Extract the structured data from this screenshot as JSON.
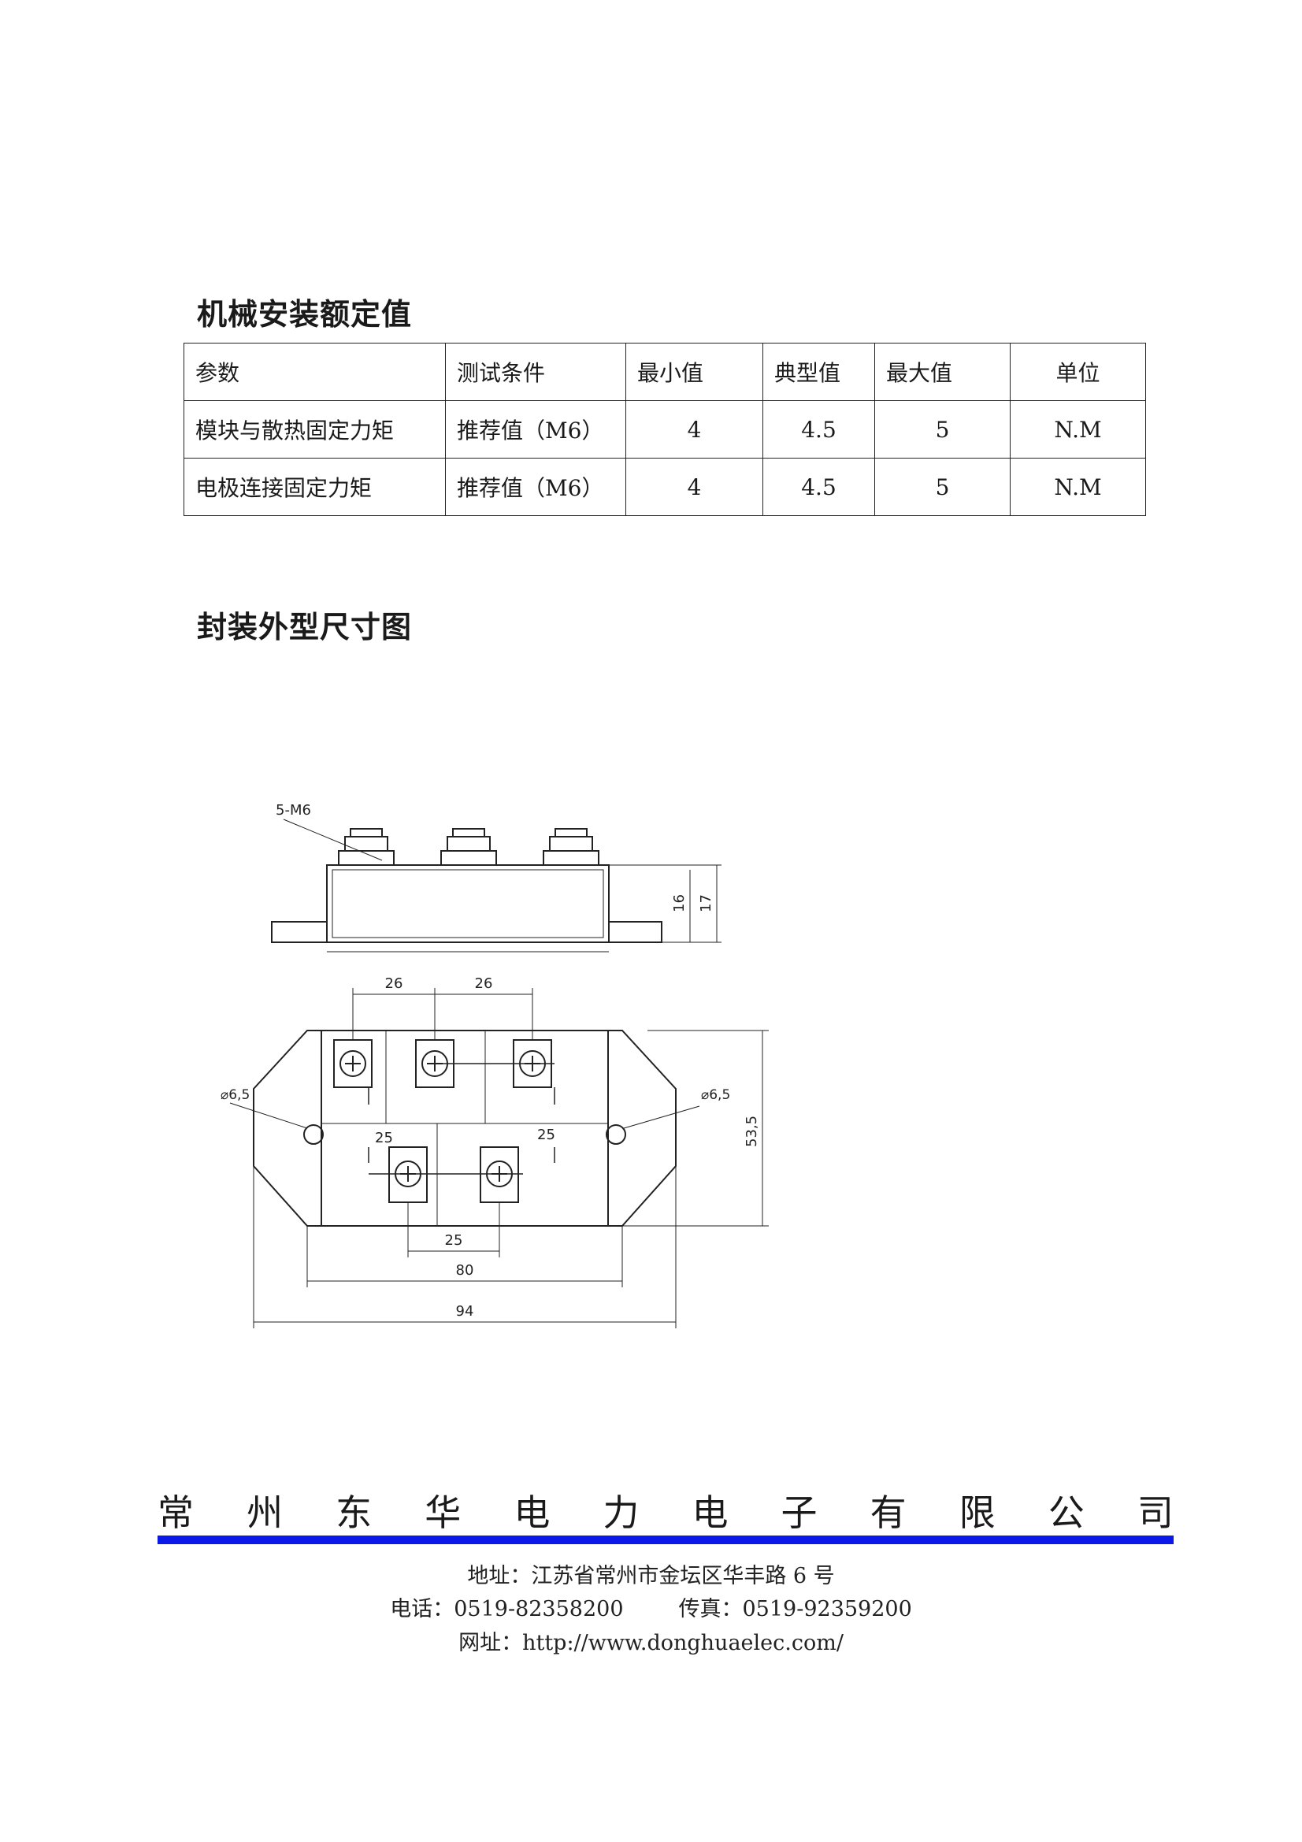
{
  "sections": {
    "mechanical_title": "机械安装额定值",
    "package_title": "封装外型尺寸图"
  },
  "table": {
    "headers": [
      "参数",
      "测试条件",
      "最小值",
      "典型值",
      "最大值",
      "单位"
    ],
    "rows": [
      [
        "模块与散热固定力矩",
        "推荐值（M6）",
        "4",
        "4.5",
        "5",
        "N.M"
      ],
      [
        "电极连接固定力矩",
        "推荐值（M6）",
        "4",
        "4.5",
        "5",
        "N.M"
      ]
    ]
  },
  "drawing": {
    "labels": {
      "thread": "5-M6",
      "h16": "16",
      "h17": "17",
      "top_26_left": "26",
      "top_26_right": "26",
      "hole_left": "⌀6,5",
      "hole_right": "⌀6,5",
      "pitch_25_left": "25",
      "pitch_25_right": "25",
      "height_53": "53,5",
      "bottom_25": "25",
      "width_80": "80",
      "width_94": "94"
    }
  },
  "footer": {
    "company_chars": [
      "常",
      "州",
      "东",
      "华",
      "电",
      "力",
      "电",
      "子",
      "有",
      "限",
      "公",
      "司"
    ],
    "address": "地址：江苏省常州市金坛区华丰路 6 号",
    "tel": "电话：0519-82358200",
    "fax": "传真：0519-92359200",
    "web": "网址：http://www.donghuaelec.com/"
  },
  "colors": {
    "rule": "#0a18e8"
  }
}
